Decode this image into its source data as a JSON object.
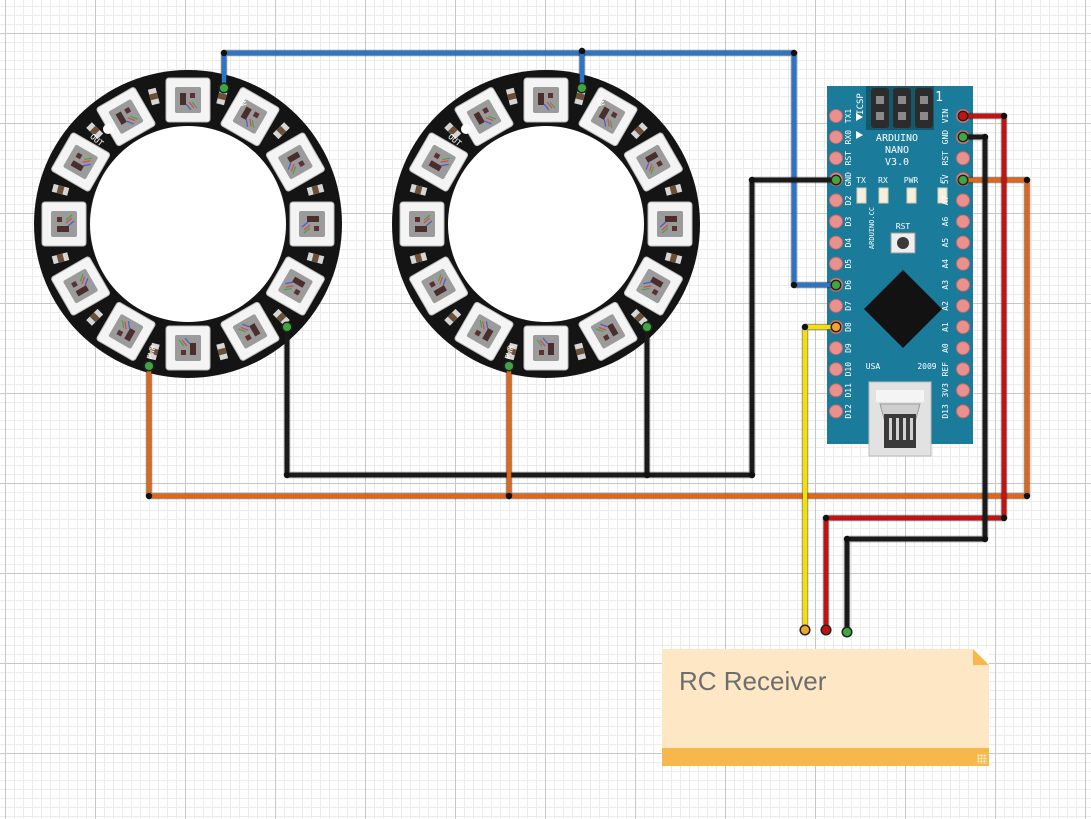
{
  "diagram": {
    "rings": [
      {
        "name": "ring-left",
        "labels": {
          "in": "IN",
          "out": "OUT",
          "pwr": "PWR",
          "gnd": "GND"
        }
      },
      {
        "name": "ring-right",
        "labels": {
          "in": "IN",
          "out": "OUT",
          "pwr": "PWR",
          "gnd": "GND"
        }
      }
    ],
    "arduino": {
      "title_line1": "ARDUINO",
      "title_line2": "NANO",
      "title_line3": "V3.0",
      "icsp": "ICSP",
      "pin1": "1",
      "site": "ARDUINO.CC",
      "rst_button": "RST",
      "leds": [
        "TX",
        "RX",
        "PWR",
        "L"
      ],
      "usa": "USA",
      "year": "2009",
      "left_pins": [
        "TX1",
        "RX0",
        "RST",
        "GND",
        "D2",
        "D3",
        "D4",
        "D5",
        "D6",
        "D7",
        "D8",
        "D9",
        "D10",
        "D11",
        "D12"
      ],
      "right_pins": [
        "VIN",
        "GND",
        "RST",
        "5V",
        "A7",
        "A6",
        "A5",
        "A4",
        "A3",
        "A2",
        "A1",
        "A0",
        "REF",
        "3V3",
        "D13"
      ]
    },
    "wire_colors": {
      "signal": "#2a74c9",
      "ground": "#1a1a1a",
      "power": "#e0661a",
      "rc_signal": "#f5e000",
      "rc_power": "#c41212",
      "board": "#1b7b9a"
    },
    "note": {
      "text": "RC Receiver"
    }
  }
}
